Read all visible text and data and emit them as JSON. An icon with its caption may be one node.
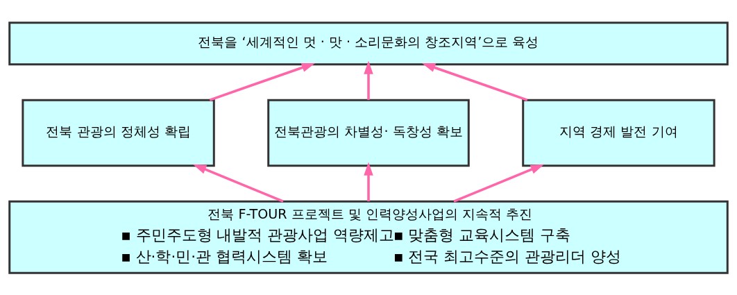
{
  "diagram": {
    "nodes": [
      {
        "text": [
          "전북을 ‘세계적인 멋 · 맛 · 소리문화의 창조지역’으로 육성"
        ]
      },
      {
        "text": [
          "전북 관광의 정체성 확립"
        ]
      },
      {
        "text": [
          "전북관광의 차별성· 독창성 확보"
        ]
      },
      {
        "text": [
          "지역 경제 발전 기여"
        ]
      },
      {
        "text": [
          "전북 F-TOUR 프로젝트 및 인력양성사업의 지속적 추진",
          "▪ 주민주도형 내발적 관광사업 역량제고",
          "▪ 맞춤형 교육시스템 구축",
          "▪ 산·학·민·관 협력시스템 확보",
          "▪ 전국 최고수준의 관광리더 양성"
        ]
      }
    ],
    "edges": [
      {
        "from": 1,
        "to": 0,
        "arrow": "to"
      },
      {
        "from": 2,
        "to": 0,
        "arrow": "to"
      },
      {
        "from": 3,
        "to": 0,
        "arrow": "to"
      },
      {
        "from": 4,
        "to": 1,
        "arrow": "to"
      },
      {
        "from": 4,
        "to": 2,
        "arrow": "to"
      },
      {
        "from": 4,
        "to": 3,
        "arrow": "to"
      }
    ]
  }
}
